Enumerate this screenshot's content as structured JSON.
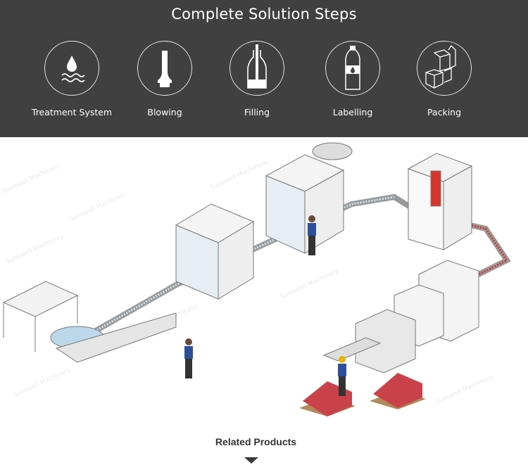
{
  "banner": {
    "title": "Complete Solution Steps",
    "steps": [
      {
        "label": "Treatment System",
        "icon": "water-drop-icon"
      },
      {
        "label": "Blowing",
        "icon": "preform-icon"
      },
      {
        "label": "Filling",
        "icon": "filling-bottle-icon"
      },
      {
        "label": "Labelling",
        "icon": "labelled-bottle-icon"
      },
      {
        "label": "Packing",
        "icon": "boxes-icon"
      }
    ]
  },
  "illustration": {
    "watermark": "Sunswell Machinery"
  },
  "footer": {
    "related_label": "Related Products"
  },
  "colors": {
    "banner": "#404040",
    "accent_red": "#d8342c",
    "worker_shirt": "#2d4f9a"
  }
}
